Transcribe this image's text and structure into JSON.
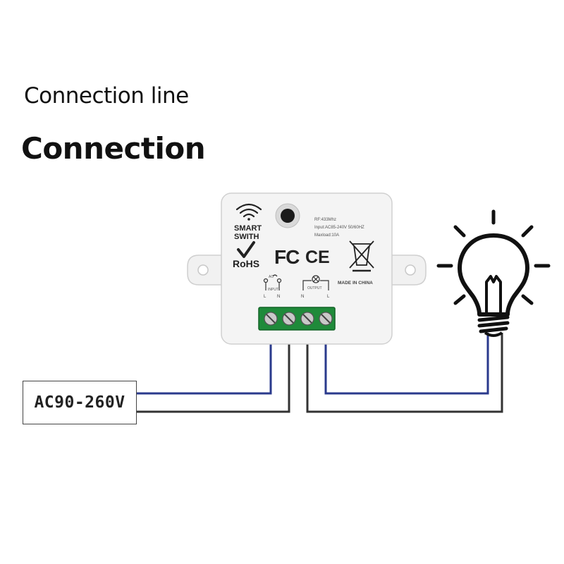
{
  "heading": {
    "line1": "Connection line",
    "line2": "Connection"
  },
  "device": {
    "brand_line1": "SMART",
    "brand_line2": "SWITH",
    "spec_rf": "RF:433Mhz",
    "spec_input": "Input:AC85-240V 50/60HZ",
    "spec_maxload": "Maxload:10A",
    "rohs": "RoHS",
    "fc": "FC",
    "ce": "CE",
    "made_in": "MADE IN CHINA",
    "ac_label": "AC",
    "input_label": "INPUT",
    "output_label": "OUTPUT",
    "term_L1": "L",
    "term_N1": "N",
    "term_N2": "N",
    "term_L2": "L",
    "icons": [
      "wifi-icon",
      "rohs-check-icon",
      "fc-mark-icon",
      "ce-mark-icon",
      "weee-bin-icon",
      "lamp-symbol-icon"
    ]
  },
  "source": {
    "label": "AC90-260V"
  },
  "colors": {
    "live_wire": "#2a3a8c",
    "neutral_wire": "#333333",
    "terminal_block": "#1f8a3a",
    "device_body": "#f4f4f4"
  },
  "bulb": {
    "icon": "light-bulb-icon"
  }
}
